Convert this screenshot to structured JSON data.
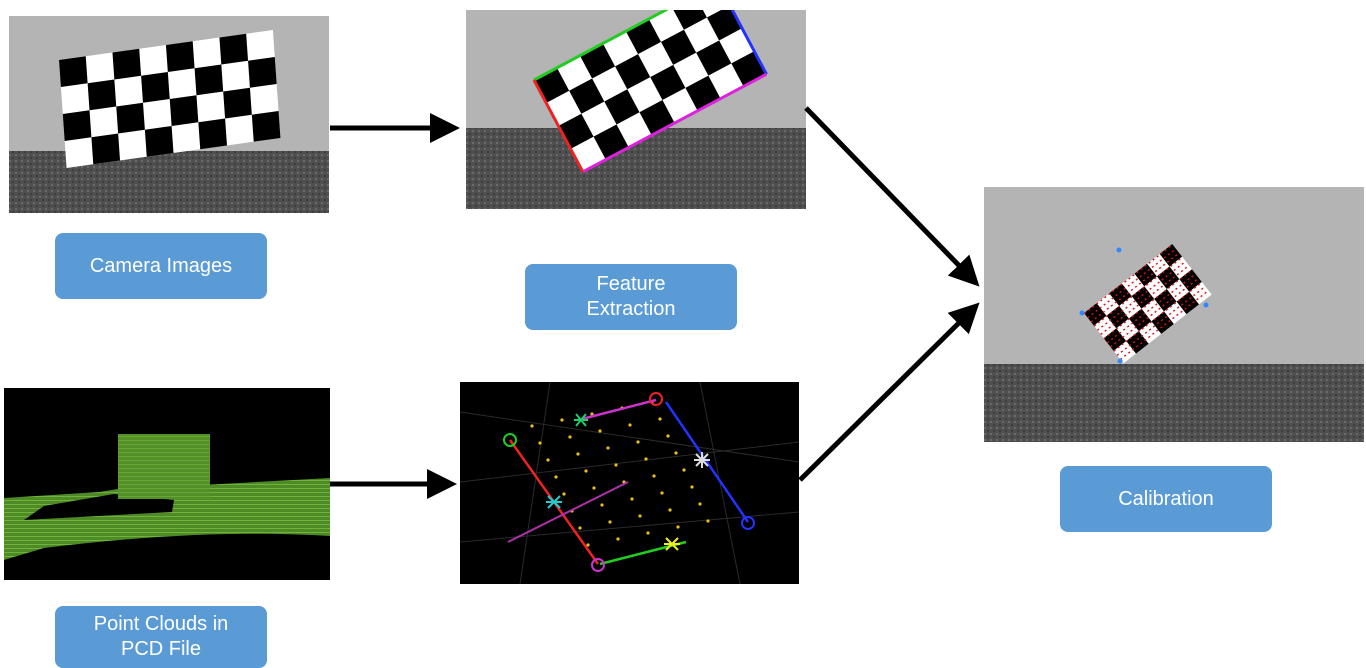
{
  "labels": {
    "camera_images": "Camera Images",
    "feature_extraction": "Feature\nExtraction",
    "point_clouds": "Point Clouds in\nPCD File",
    "calibration": "Calibration"
  },
  "colors": {
    "label_box": "#5b9bd5",
    "label_text": "#ffffff",
    "arrow": "#000000",
    "wall": "#b4b4b4",
    "floor": "#555555",
    "pointcloud_green": "#5a9a2c",
    "lidar_background": "#000000"
  },
  "images": [
    {
      "name": "camera-image",
      "depicts": "checkerboard-in-gray-room"
    },
    {
      "name": "feature-extraction-image",
      "depicts": "checkerboard-with-colored-edges"
    },
    {
      "name": "point-cloud-image",
      "depicts": "green-lidar-point-cloud"
    },
    {
      "name": "lidar-feature-image",
      "depicts": "detected-board-edges-and-corners"
    },
    {
      "name": "calibration-image",
      "depicts": "fused-points-on-checkerboard"
    }
  ]
}
